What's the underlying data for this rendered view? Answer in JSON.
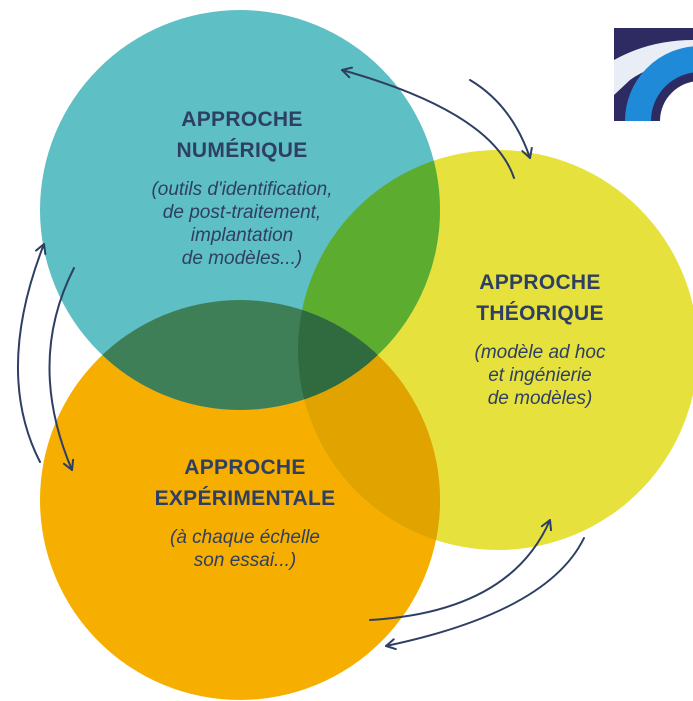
{
  "approaches": {
    "numerique": {
      "title_1": "APPROCHE",
      "title_2": "NUMÉRIQUE",
      "desc_1": "(outils d'identification,",
      "desc_2": "de post-traitement,",
      "desc_3": "implantation",
      "desc_4": "de modèles...)",
      "color": "#5ebfc5"
    },
    "theorique": {
      "title_1": "APPROCHE",
      "title_2": "THÉORIQUE",
      "desc_1": "(modèle ad hoc",
      "desc_2": "et ingénierie",
      "desc_3": "de modèles)",
      "color": "#e6e13c"
    },
    "experimentale": {
      "title_1": "APPROCHE",
      "title_2": "EXPÉRIMENTALE",
      "desc_1": "(à chaque échelle",
      "desc_2": "son essai...)",
      "color": "#f6af00"
    }
  },
  "colors": {
    "text": "#2e3f63",
    "arrows": "#2e3f63",
    "overlap_num_theo": "#5cad2f",
    "overlap_num_exp": "#3f7f57",
    "overlap_theo_exp": "#e0a300",
    "overlap_center": "#2f6b3e",
    "logo_dark": "#2e2b62",
    "logo_blue": "#1f8bd8"
  }
}
